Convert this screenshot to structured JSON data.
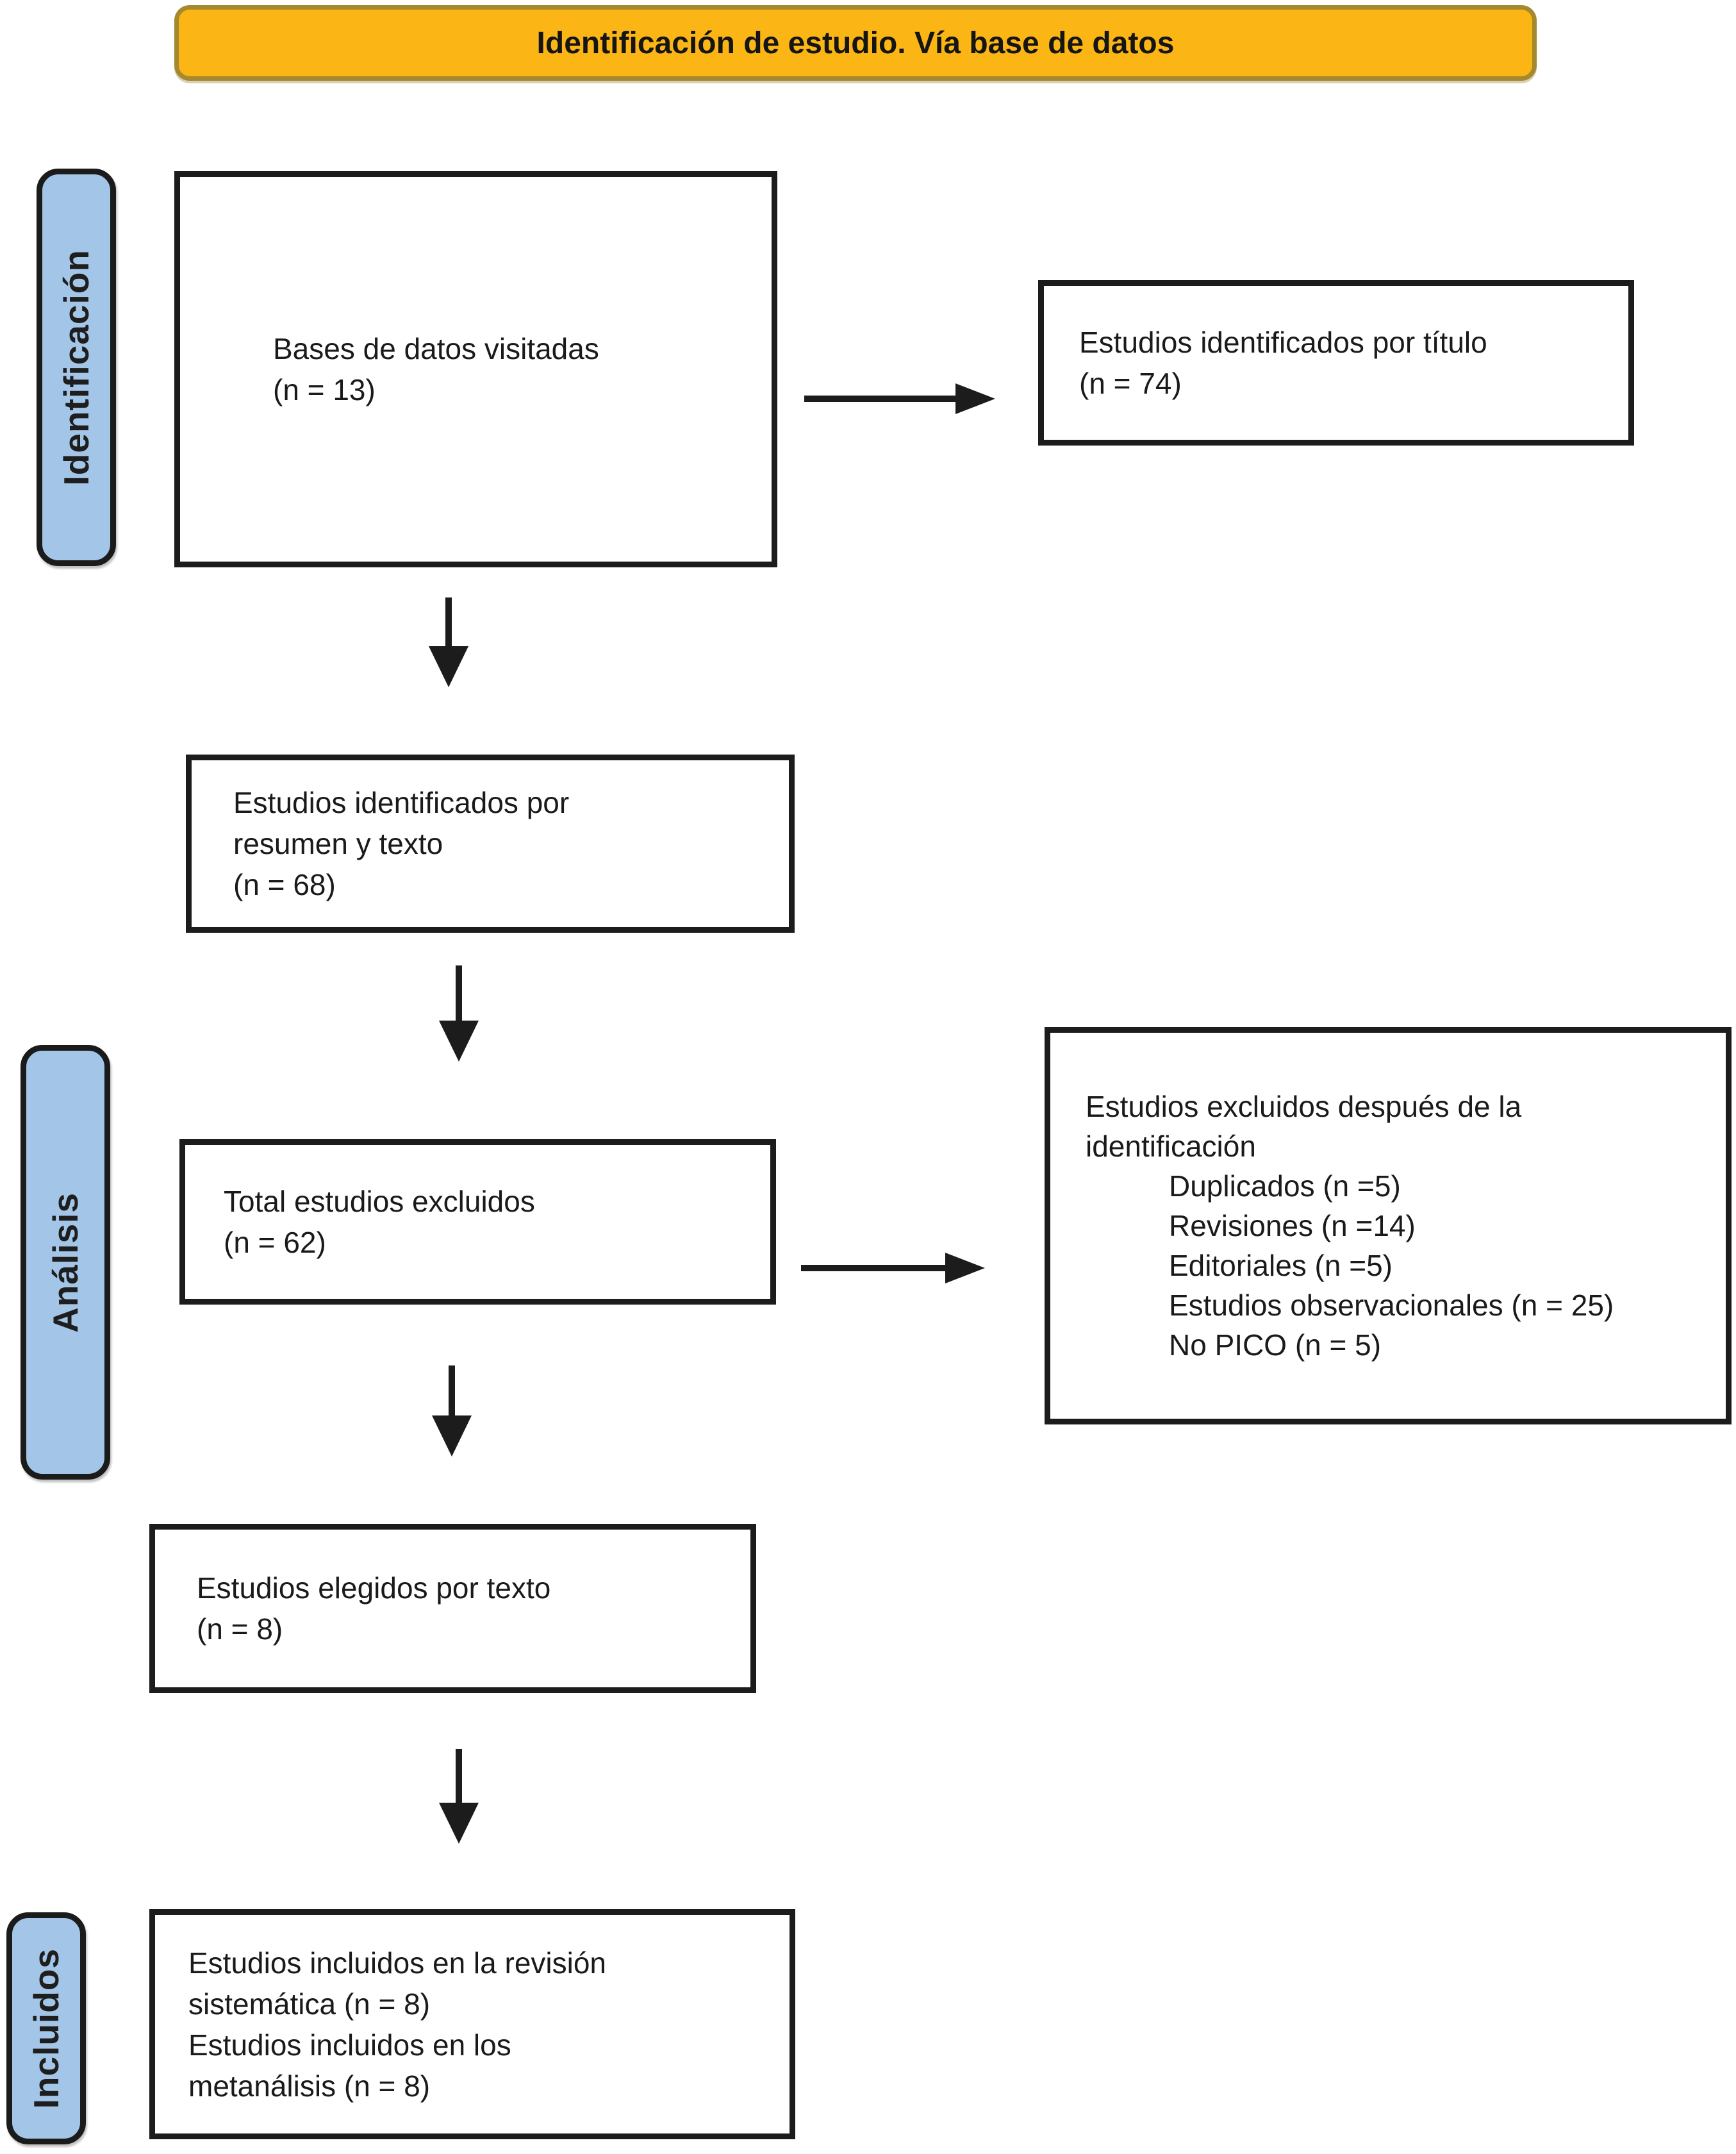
{
  "banner": {
    "label": "Identificación de estudio. Vía base de datos"
  },
  "stages": {
    "identification": "Identificación",
    "analysis": "Análisis",
    "included": "Incluidos"
  },
  "flow": {
    "box_databases": {
      "line1": "Bases de datos visitadas",
      "line2": "(n = 13)"
    },
    "box_identified_by_title": {
      "line1": "Estudios identificados por título",
      "line2": "(n = 74)"
    },
    "box_identified_by_abstract": {
      "line1": "Estudios identificados por",
      "line2": "resumen y texto",
      "line3": "(n = 68)"
    },
    "box_total_excluded": {
      "line1": "Total estudios excluidos",
      "line2": "(n = 62)"
    },
    "box_excluded_detail": {
      "heading_line1": "Estudios excluidos después de la",
      "heading_line2": "identificación",
      "items": [
        "Duplicados (n =5)",
        "Revisiones (n =14)",
        "Editoriales (n =5)",
        "Estudios observacionales (n = 25)",
        "No PICO (n = 5)"
      ]
    },
    "box_chosen_by_text": {
      "line1": "Estudios elegidos por texto",
      "line2": "(n = 8)"
    },
    "box_included": {
      "line1": "Estudios incluidos en la revisión",
      "line2": "sistemática (n = 8)",
      "line3": "Estudios incluidos en los",
      "line4": "metanálisis (n = 8)"
    }
  },
  "colors": {
    "banner_fill": "#FBB615",
    "banner_border": "#A5892E",
    "stage_fill": "#A3C6E8",
    "stage_border": "#1B1B1B",
    "box_border": "#1C1C1C",
    "text": "#1A1A1A",
    "background": "#FFFFFF"
  }
}
